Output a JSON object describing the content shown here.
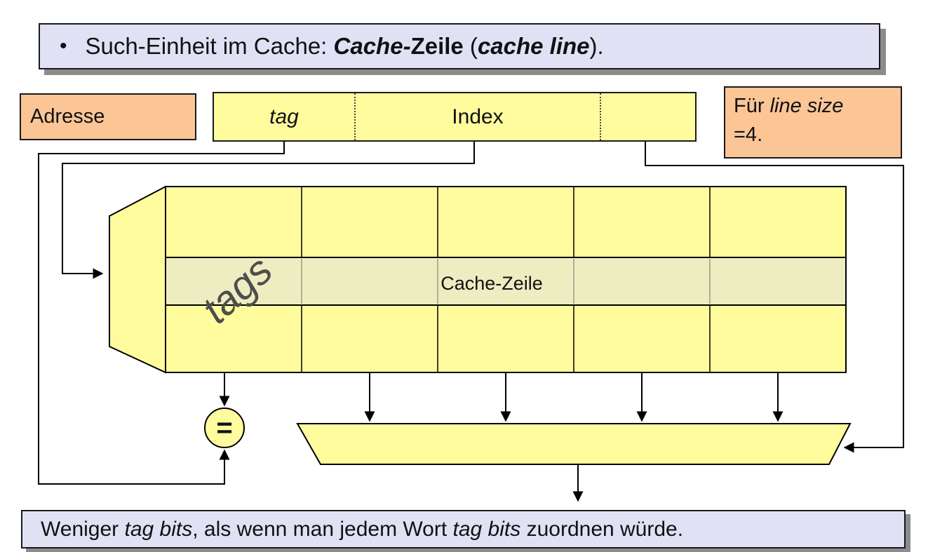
{
  "colors": {
    "page_bg": "#ffffff",
    "lavender": "#e1e1f6",
    "orange": "#fbc596",
    "yellow": "#fffc9e",
    "highlight": "#ededc1",
    "shadow": "#8c8c8c",
    "border": "#1a1a1a",
    "tags_gray": "#4d4d4d"
  },
  "top_banner": {
    "bullet": "•",
    "segments": [
      "Such-Einheit im Cache: ",
      "Cache-",
      "Zeile",
      " (",
      "cache line",
      ")."
    ]
  },
  "adresse_box": {
    "label": "Adresse"
  },
  "address_register": {
    "tag_label": "tag",
    "index_label": "Index"
  },
  "line_size_note": {
    "line1_plain": "Für ",
    "line1_italic": "line size",
    "line2": "=4."
  },
  "diagram": {
    "tags_label": "tags",
    "cache_line_label": "Cache-Zeile",
    "comparator_label": "="
  },
  "bottom_banner": {
    "segments": [
      "Weniger ",
      "tag bits",
      ", als wenn man jedem Wort ",
      "tag bits",
      " zuordnen würde."
    ]
  }
}
